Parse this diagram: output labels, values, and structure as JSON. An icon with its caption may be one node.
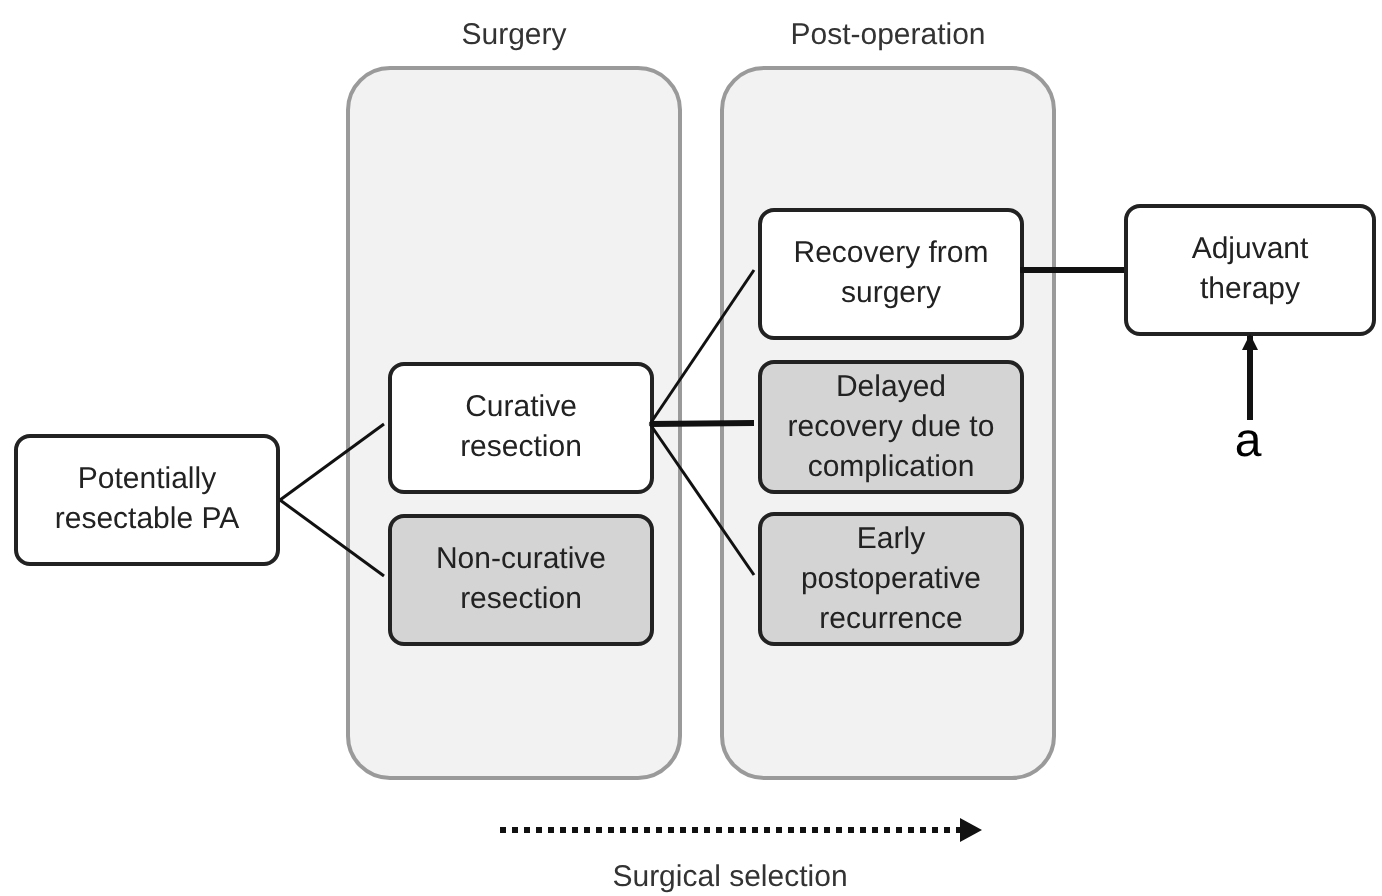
{
  "diagram": {
    "nodes": [
      {
        "text": [
          "Surgery"
        ]
      },
      {
        "text": [
          "Post-operation"
        ]
      },
      {
        "text": [
          "Potentially resectable PA"
        ]
      },
      {
        "text": [
          "Curative resection"
        ],
        "in": 0
      },
      {
        "text": [
          "Non-curative resection"
        ],
        "in": 0
      },
      {
        "text": [
          "Recovery from surgery"
        ],
        "in": 1
      },
      {
        "text": [
          "Delayed recovery due to complication"
        ],
        "in": 1
      },
      {
        "text": [
          "Early postoperative recurrence"
        ],
        "in": 1
      },
      {
        "text": [
          "Adjuvant therapy"
        ]
      },
      {
        "text": [
          "a"
        ]
      }
    ],
    "edges": [
      {
        "from": 2,
        "to": 3,
        "arrow": "none"
      },
      {
        "from": 2,
        "to": 4,
        "arrow": "none"
      },
      {
        "from": 3,
        "to": 5,
        "arrow": "none"
      },
      {
        "from": 3,
        "to": 6,
        "arrow": "none",
        "style": "thick"
      },
      {
        "from": 3,
        "to": 7,
        "arrow": "none"
      },
      {
        "from": 5,
        "to": 8,
        "arrow": "none",
        "style": "thick"
      },
      {
        "from": 9,
        "to": 8,
        "arrow": "to",
        "style": "thick"
      }
    ],
    "labels": [
      "Surgical selection"
    ]
  }
}
